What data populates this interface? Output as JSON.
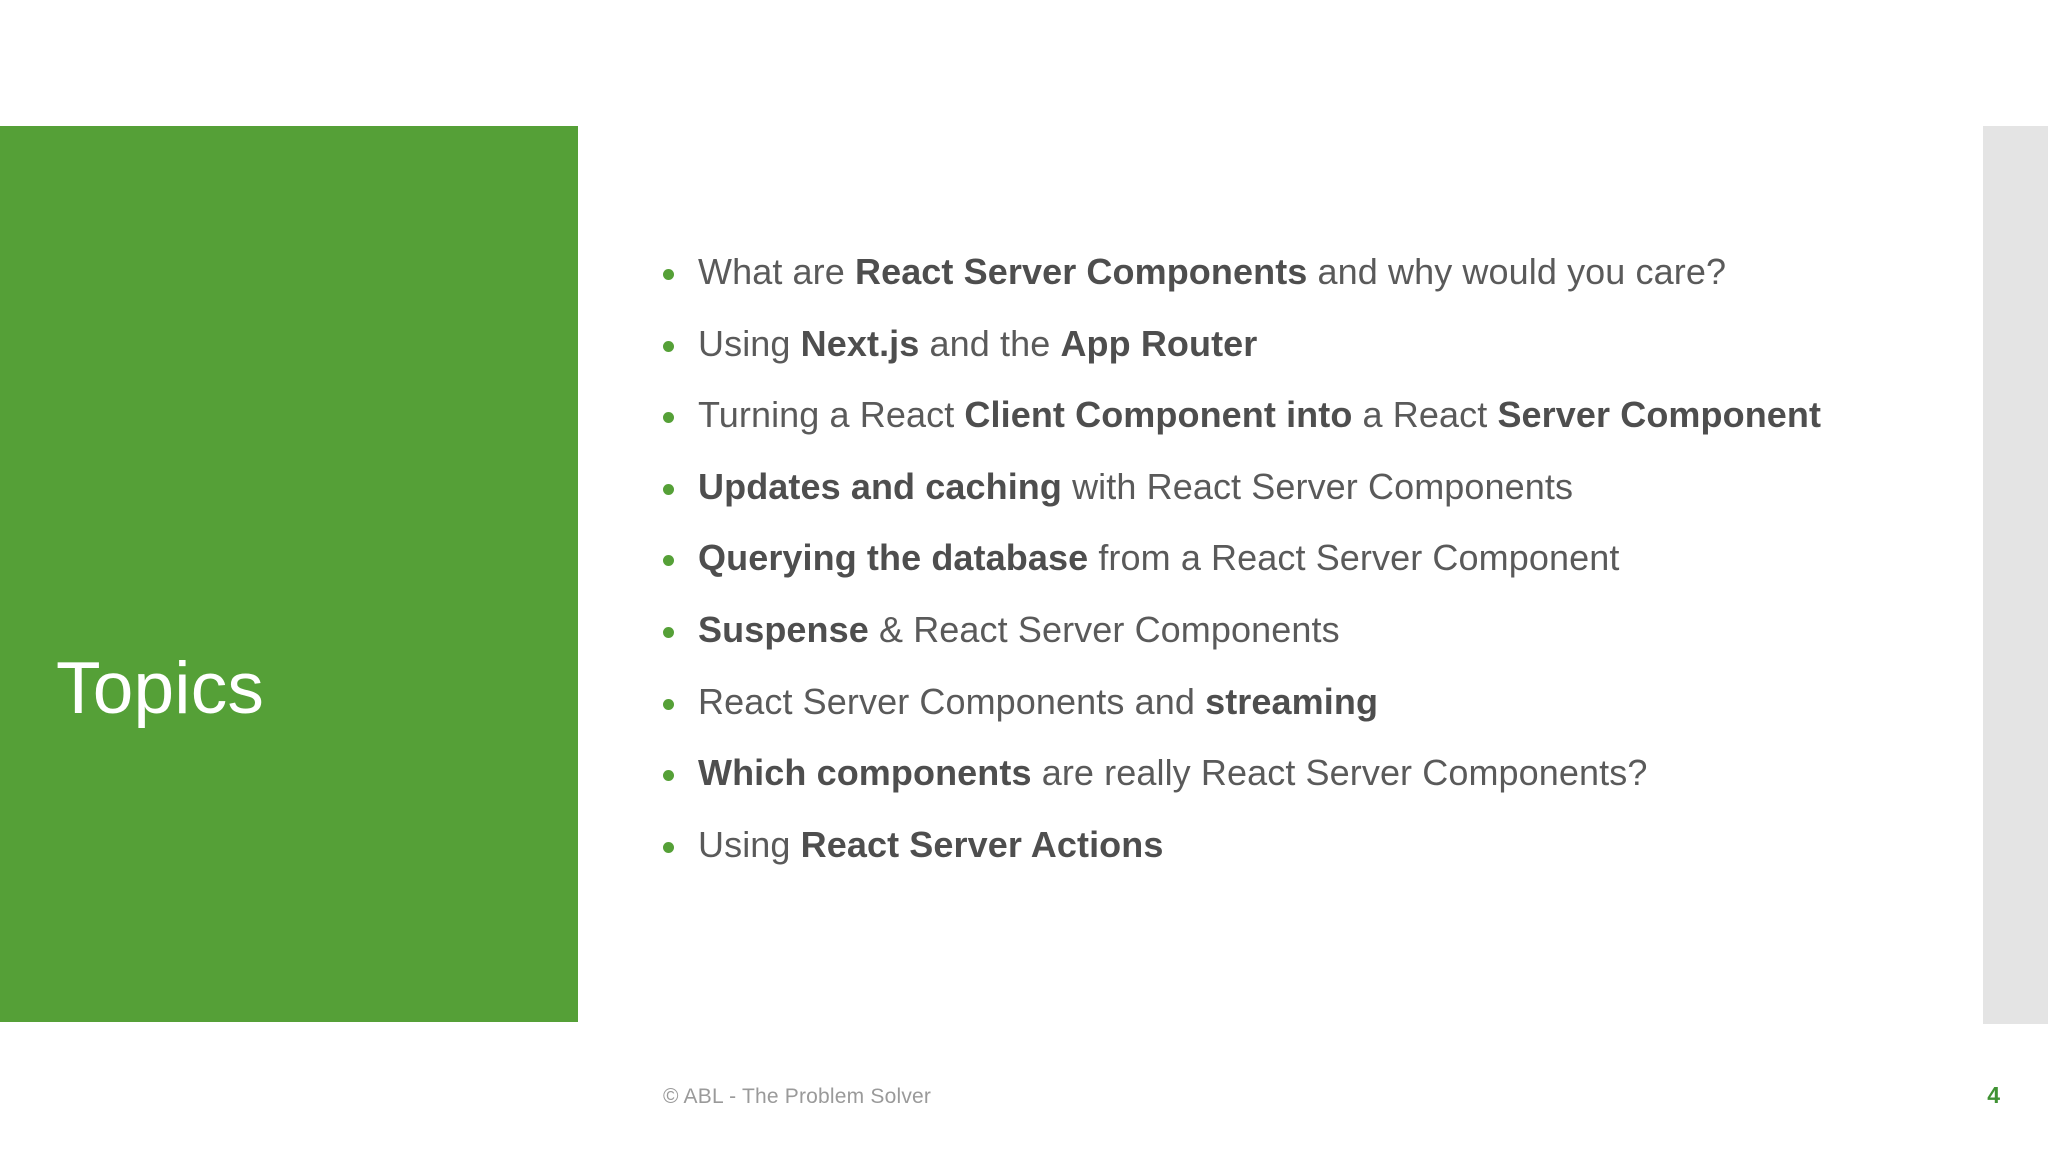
{
  "slide": {
    "title": "Topics",
    "accent_green": "#55a037",
    "body_text_color": "#5a5a5a",
    "panel_gray": "#e4e4e4",
    "background": "#ffffff"
  },
  "bullets": [
    {
      "parts": [
        {
          "text": "What are ",
          "bold": false
        },
        {
          "text": "React Server Components",
          "bold": true
        },
        {
          "text": " and why would you care?",
          "bold": false
        }
      ],
      "plain": "What are React Server Components and why would you care?"
    },
    {
      "parts": [
        {
          "text": "Using ",
          "bold": false
        },
        {
          "text": "Next.js",
          "bold": true
        },
        {
          "text": " and the ",
          "bold": false
        },
        {
          "text": "App Router",
          "bold": true
        }
      ],
      "plain": "Using Next.js and the App Router"
    },
    {
      "parts": [
        {
          "text": "Turning a React ",
          "bold": false
        },
        {
          "text": "Client Component into",
          "bold": true
        },
        {
          "text": " a React ",
          "bold": false
        },
        {
          "text": "Server Component",
          "bold": true
        }
      ],
      "plain": "Turning a React Client Component into a React Server Component"
    },
    {
      "parts": [
        {
          "text": "Updates and caching",
          "bold": true
        },
        {
          "text": " with React Server Components",
          "bold": false
        }
      ],
      "plain": "Updates and caching with React Server Components"
    },
    {
      "parts": [
        {
          "text": "Querying the database",
          "bold": true
        },
        {
          "text": " from a React Server Component",
          "bold": false
        }
      ],
      "plain": "Querying the database from a React Server Component"
    },
    {
      "parts": [
        {
          "text": "Suspense",
          "bold": true
        },
        {
          "text": " & React Server Components",
          "bold": false
        }
      ],
      "plain": "Suspense & React Server Components"
    },
    {
      "parts": [
        {
          "text": "React Server Components and ",
          "bold": false
        },
        {
          "text": "streaming",
          "bold": true
        }
      ],
      "plain": "React Server Components and streaming"
    },
    {
      "parts": [
        {
          "text": "Which components",
          "bold": true
        },
        {
          "text": " are really React Server Components?",
          "bold": false
        }
      ],
      "plain": "Which components are really React Server Components?"
    },
    {
      "parts": [
        {
          "text": "Using ",
          "bold": false
        },
        {
          "text": "React Server Actions",
          "bold": true
        }
      ],
      "plain": "Using React Server Actions"
    }
  ],
  "footer": {
    "copyright": "© ABL - The Problem Solver",
    "page_number": "4"
  }
}
